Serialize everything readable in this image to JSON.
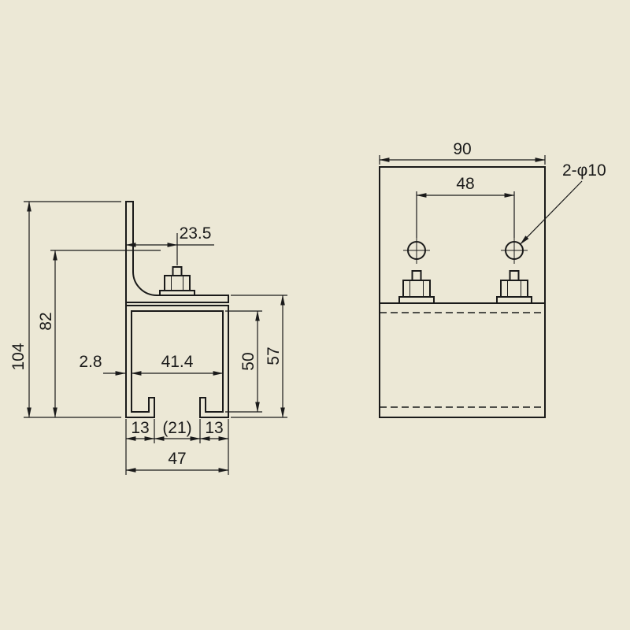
{
  "colors": {
    "background": "#ECE8D6",
    "line": "#1A1A1A"
  },
  "left_view": {
    "dim_overall_height": "104",
    "dim_upper_height": "82",
    "dim_bolt_offset": "23.5",
    "dim_wall_thickness": "2.8",
    "dim_inner_width": "41.4",
    "dim_inner_height": "50",
    "dim_outer_height": "57",
    "dim_lip_left": "13",
    "dim_slot_width": "(21)",
    "dim_lip_right": "13",
    "dim_outer_width": "47"
  },
  "right_view": {
    "dim_plate_width": "90",
    "dim_hole_pitch": "48",
    "dim_hole_callout": "2-φ10"
  }
}
